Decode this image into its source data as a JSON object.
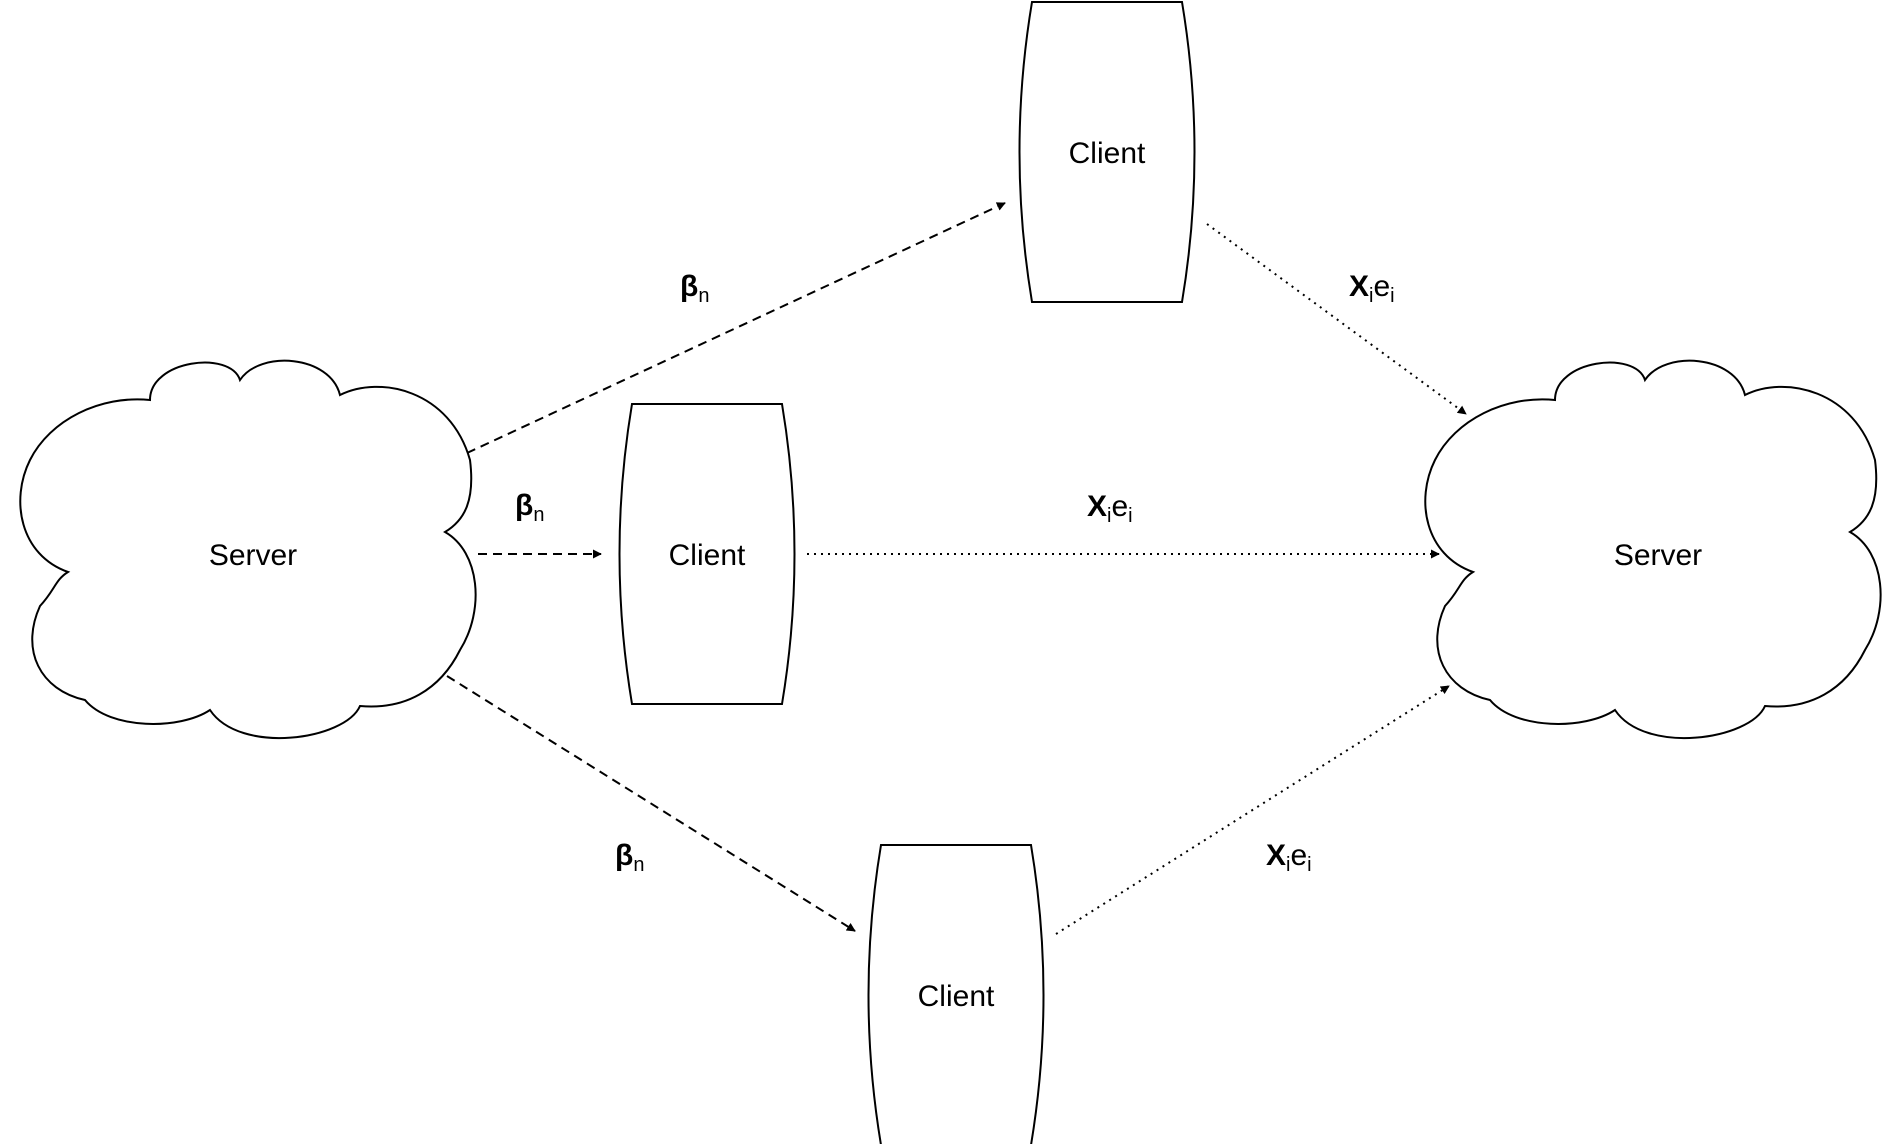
{
  "nodes": {
    "server_left": {
      "label": "Server"
    },
    "server_right": {
      "label": "Server"
    },
    "client_top": {
      "label": "Client"
    },
    "client_middle": {
      "label": "Client"
    },
    "client_bottom": {
      "label": "Client"
    }
  },
  "edges": {
    "server_to_client_top": {
      "symbol": "β",
      "subscript": "n"
    },
    "server_to_client_middle": {
      "symbol": "β",
      "subscript": "n"
    },
    "server_to_client_bottom": {
      "symbol": "β",
      "subscript": "n"
    },
    "client_top_to_server": {
      "symbol": "X",
      "subscript": "i",
      "term": "e",
      "term_subscript": "i"
    },
    "client_middle_to_server": {
      "symbol": "X",
      "subscript": "i",
      "term": "e",
      "term_subscript": "i"
    },
    "client_bottom_to_server": {
      "symbol": "X",
      "subscript": "i",
      "term": "e",
      "term_subscript": "i"
    }
  }
}
